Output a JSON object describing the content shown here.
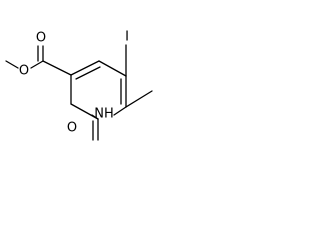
{
  "molecule": {
    "atoms": {
      "iodine": "I",
      "amine_nh": "NH",
      "carbonyl_o_ring": "O",
      "ester_carbonyl_o": "O",
      "ester_ether_o": "O"
    }
  },
  "colors": {
    "bond": "#000000",
    "background": "#ffffff"
  }
}
